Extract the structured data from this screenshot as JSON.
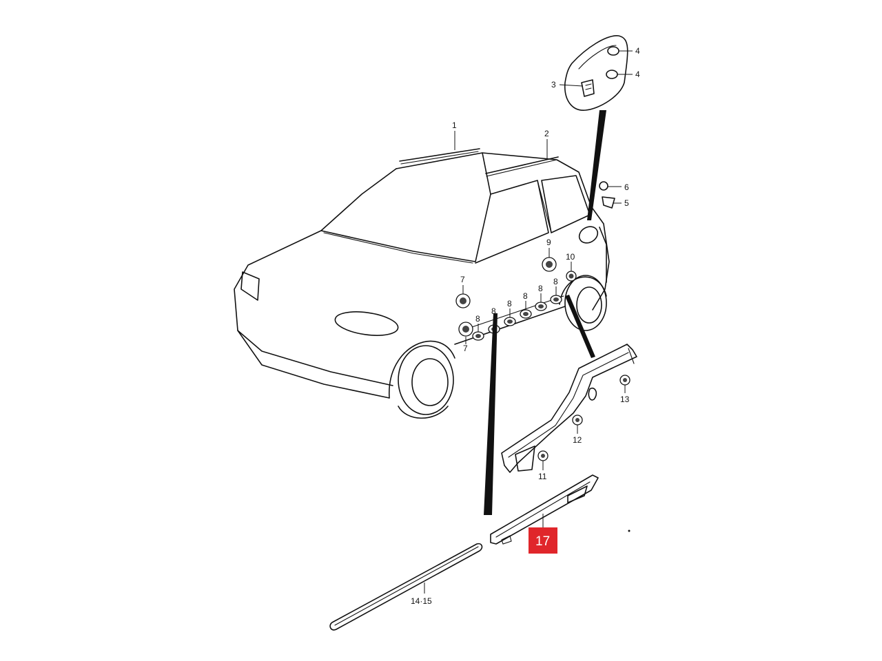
{
  "diagram": {
    "callouts": {
      "c1": "1",
      "c2": "2",
      "c3": "3",
      "c4a": "4",
      "c4b": "4",
      "c5": "5",
      "c6": "6",
      "c7a": "7",
      "c7b": "7",
      "c8a": "8",
      "c8b": "8",
      "c8c": "8",
      "c8d": "8",
      "c8e": "8",
      "c8f": "8",
      "c9": "9",
      "c10": "10",
      "c11": "11",
      "c12": "12",
      "c13": "13",
      "c14_15": "14·15",
      "c17": "17"
    },
    "highlight_color": "#e0262b"
  }
}
